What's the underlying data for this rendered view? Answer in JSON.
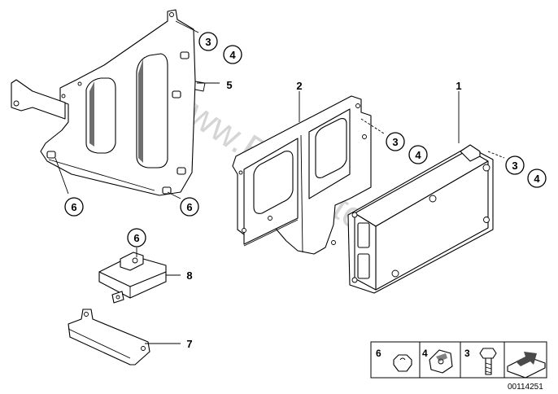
{
  "watermark": "www.BMWstore.pl",
  "diagram_id": "00114251",
  "callouts": {
    "c1": "1",
    "c2": "2",
    "c3a": "3",
    "c4a": "4",
    "c3b": "3",
    "c4b": "4",
    "c3c": "3",
    "c4c": "4",
    "c5": "5",
    "c6a": "6",
    "c6b": "6",
    "c6c": "6",
    "c7": "7",
    "c8": "8"
  },
  "legend": {
    "items": [
      {
        "number": "6",
        "icon": "nut-icon"
      },
      {
        "number": "4",
        "icon": "clip-nut-icon"
      },
      {
        "number": "3",
        "icon": "bolt-icon"
      }
    ],
    "pointer_icon": "page-pointer-icon"
  }
}
